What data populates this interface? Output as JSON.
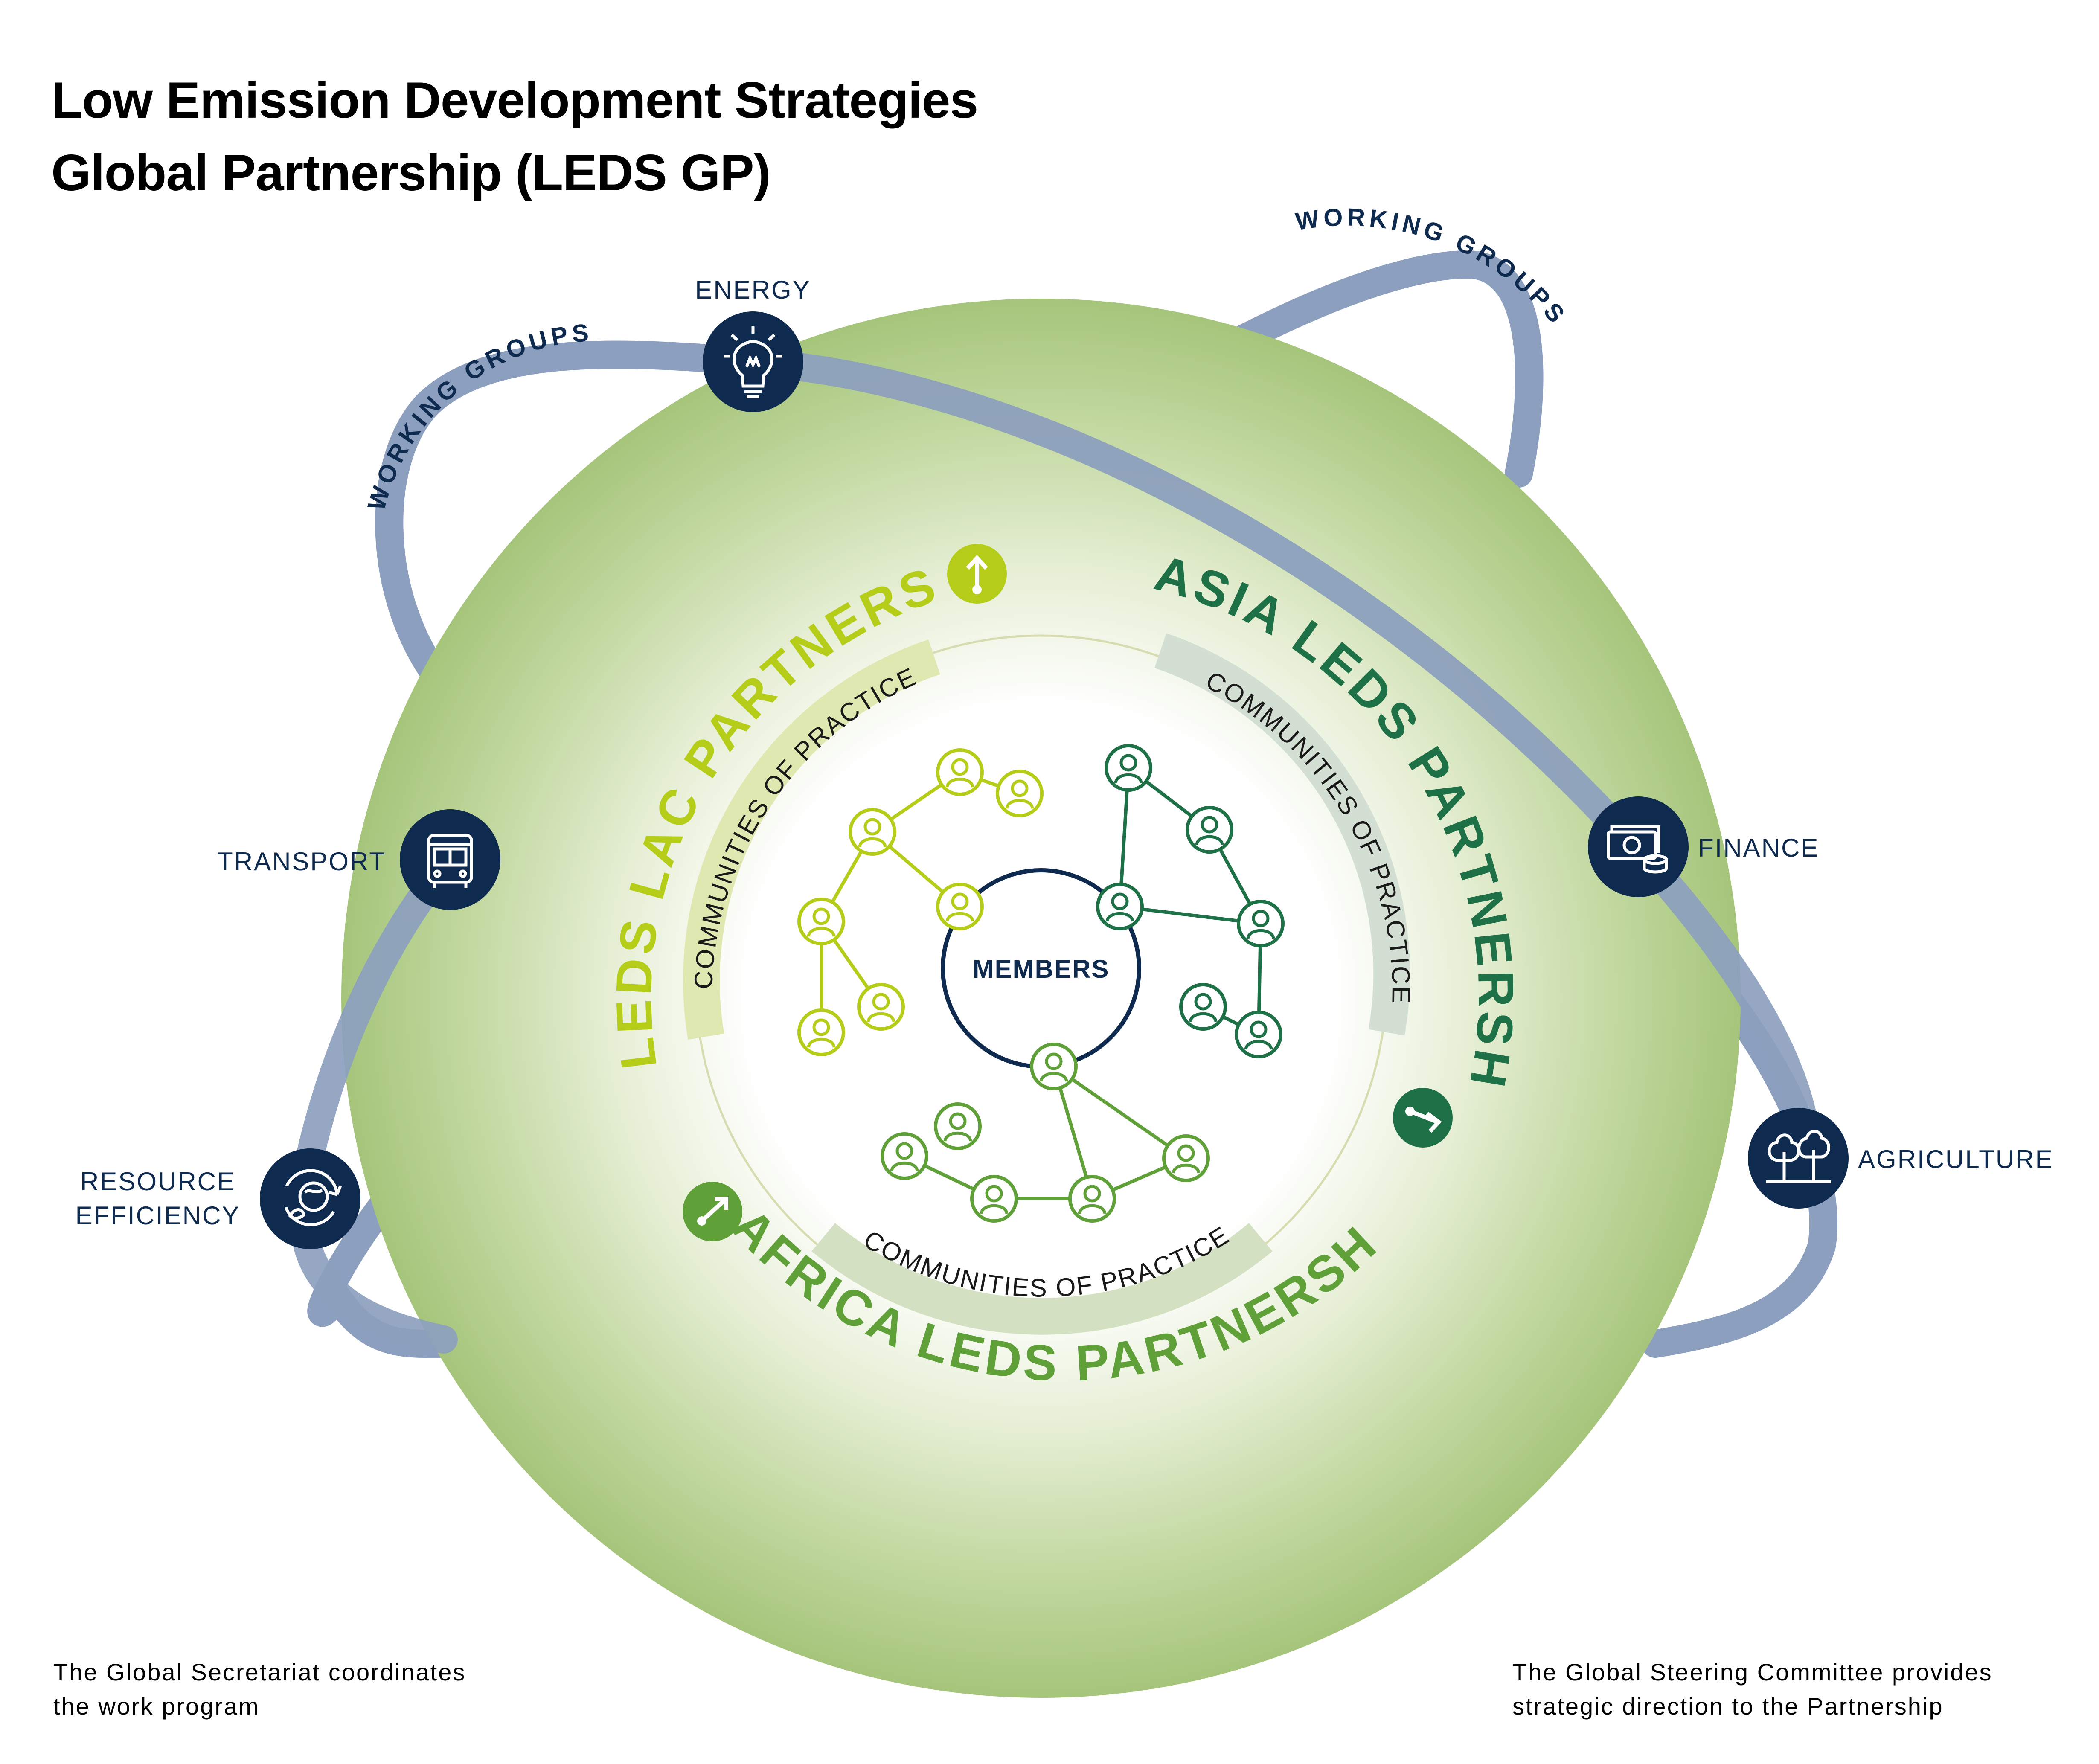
{
  "title": {
    "line1": "Low Emission Development Strategies",
    "line2": "Global Partnership (LEDS GP)"
  },
  "orbit_labels": {
    "left": "WORKING GROUPS",
    "right": "WORKING GROUPS"
  },
  "working_groups": [
    {
      "label": "ENERGY",
      "icon": "lightbulb-icon"
    },
    {
      "label": "TRANSPORT",
      "icon": "bus-icon"
    },
    {
      "label": "RESOURCE",
      "label2": "EFFICIENCY",
      "icon": "recycle-globe-icon"
    },
    {
      "label": "FINANCE",
      "icon": "money-icon"
    },
    {
      "label": "AGRICULTURE",
      "icon": "trees-icon"
    }
  ],
  "partnerships": {
    "lac": "LEDS LAC PARTNERSHIP",
    "asia": "ASIA LEDS PARTNERSHIP",
    "africa": "AFRICA LEDS PARTNERSHIP"
  },
  "communities": {
    "lac": "COMMUNITIES OF PRACTICE",
    "asia": "COMMUNITIES OF PRACTICE",
    "africa": "COMMUNITIES OF PRACTICE"
  },
  "center": {
    "label": "MEMBERS"
  },
  "notes": {
    "left_line1": "The Global Secretariat coordinates",
    "left_line2": "the work program",
    "right_line1": "The Global Steering Committee provides",
    "right_line2": "strategic direction to the Partnership"
  },
  "colors": {
    "lac": "#b5cc18",
    "asia": "#1e7046",
    "africa": "#5fa038",
    "orbit": "#8c9fbe",
    "navy": "#0e2a4e",
    "sphere": "#a6c57b"
  }
}
